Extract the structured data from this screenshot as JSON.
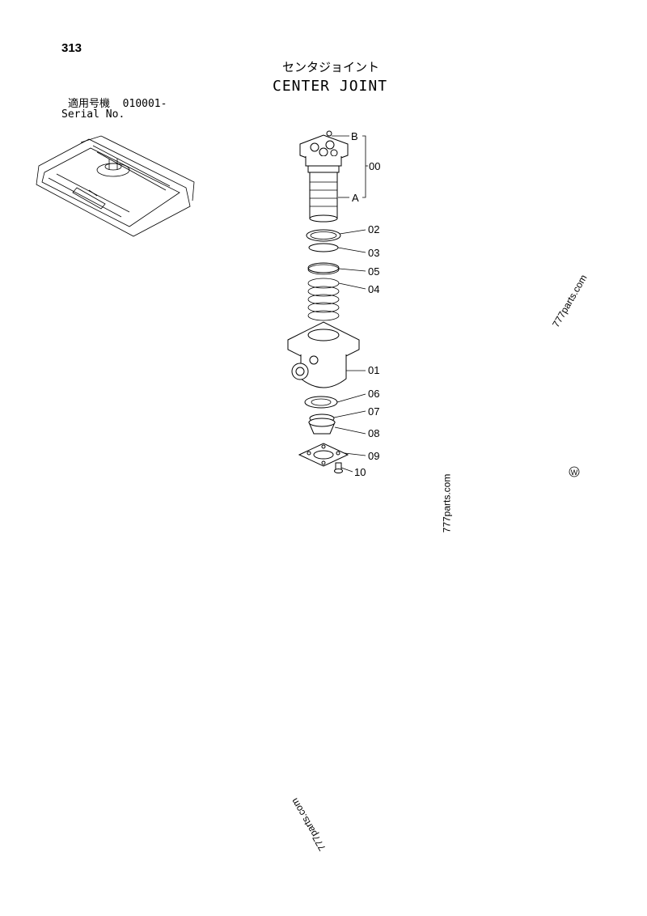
{
  "page_number": "313",
  "title_jp": "センタジョイント",
  "title_en": "CENTER JOINT",
  "serial": {
    "label_jp": "適用号機",
    "number": "010001-",
    "label_en": "Serial No."
  },
  "callouts": {
    "b": "B",
    "a": "A",
    "p00": "00",
    "p01": "01",
    "p02": "02",
    "p03": "03",
    "p04": "04",
    "p05": "05",
    "p06": "06",
    "p07": "07",
    "p08": "08",
    "p09": "09",
    "p10": "10"
  },
  "w_mark": "W",
  "watermarks": [
    "777parts.com",
    "777parts.com",
    "777parts.com",
    "77"
  ]
}
